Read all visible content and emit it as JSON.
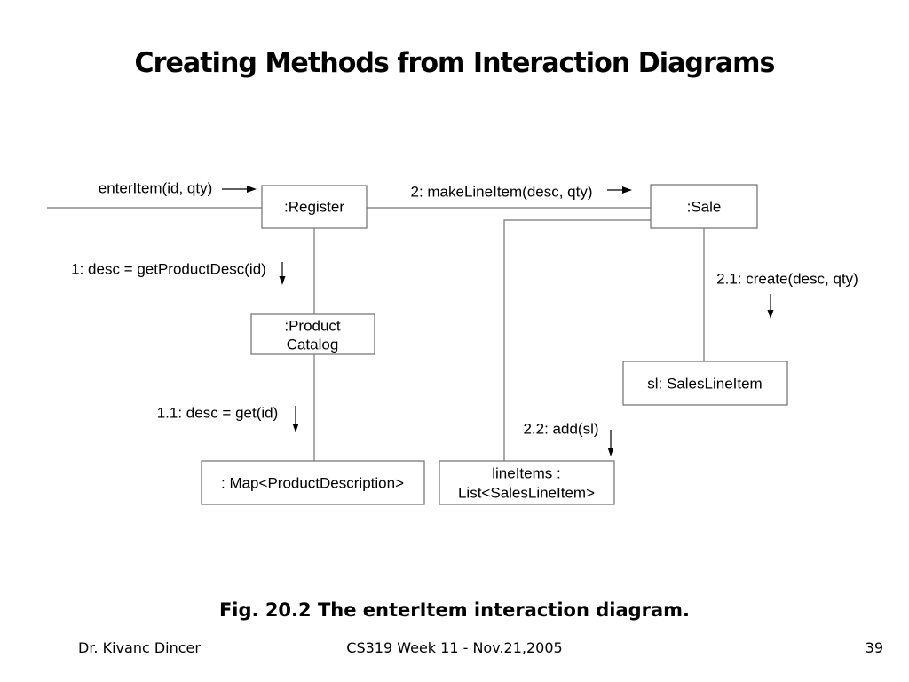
{
  "slide": {
    "title": "Creating Methods from Interaction Diagrams",
    "caption": "Fig. 20.2 The enterItem interaction diagram.",
    "footer": {
      "author": "Dr. Kivanc Dincer",
      "course": "CS319 Week 11 - Nov.21,2005",
      "page_number": "39"
    }
  },
  "diagram": {
    "boxes": {
      "register": {
        "label": ":Register"
      },
      "sale": {
        "label": ":Sale"
      },
      "product_catalog": {
        "line1": ":Product",
        "line2": "Catalog"
      },
      "sales_line_item": {
        "label": "sl: SalesLineItem"
      },
      "map": {
        "label": ": Map<ProductDescription>"
      },
      "line_items": {
        "line1": "lineItems :",
        "line2": "List<SalesLineItem>"
      }
    },
    "messages": {
      "enter_item": "enterItem(id, qty)",
      "make_line_item": "2: makeLineItem(desc, qty)",
      "get_product_desc": "1: desc = getProductDesc(id)",
      "get_id": "1.1: desc = get(id)",
      "create": "2.1: create(desc, qty)",
      "add_sl": "2.2: add(sl)"
    },
    "colors": {
      "connector_line": "#757575",
      "box_border": "#6f6f6f",
      "box_fill": "#ffffff",
      "arrow": "#000000",
      "text": "#000000",
      "background": "#ffffff"
    }
  }
}
